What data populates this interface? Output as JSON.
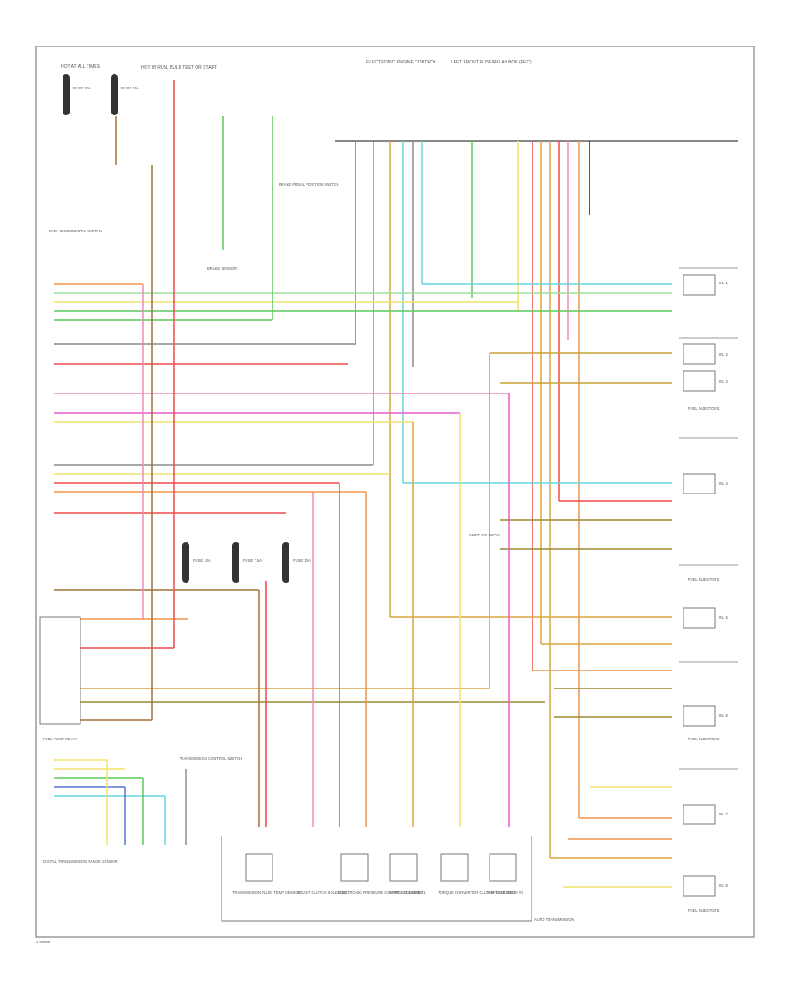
{
  "header": {
    "left_title": "HOT AT ALL TIMES",
    "center_title": "HOT IN RUN, BULB TEST OR START",
    "right_title_a": "ELECTRONIC ENGINE CONTROL",
    "right_title_b": "LEFT FRONT FUSE/RELAY BOX (EEC)"
  },
  "fuses_top": [
    {
      "label": "FUSE 20A"
    },
    {
      "label": "FUSE 15A"
    },
    {
      "label": "FUSE 10A"
    },
    {
      "label": "FUSE 7.5A"
    }
  ],
  "labels": {
    "fuel_pump_inertia": "FUEL PUMP INERTIA SWITCH",
    "brake_pedal_switch": "BRAKE PEDAL POSITION SWITCH",
    "brake_sensor": "BRAKE SENSOR",
    "fuel_pump_relay": "FUEL PUMP RELAY",
    "shift_solenoid": "SHIFT SOLENOID",
    "transmission_control": "TRANSMISSION CONTROL SWITCH",
    "digital_range": "DIGITAL TRANSMISSION RANGE SENSOR",
    "trans_temp": "TRANSMISSION FLUID TEMP SENSOR",
    "coast_clutch": "COAST CLUTCH SOLENOID",
    "electronic_pressure": "ELECTRONIC PRESSURE CONTROL SOLENOID",
    "ss1": "SHIFT SOLENOID #1",
    "tcc": "TORQUE CONVERTER CLUTCH SOLENOID",
    "ss2": "SHIFT SOLENOID #2",
    "auto_trans": "AUTO TRANSMISSION",
    "fuel_injectors_1": "FUEL INJECTORS",
    "fuel_injectors_2": "FUEL INJECTORS",
    "fuel_injectors_3": "FUEL INJECTORS",
    "fuel_injectors_4": "FUEL INJECTORS",
    "footer": "G 99988"
  },
  "connector_right": [
    {
      "label": "INJ 1"
    },
    {
      "label": "INJ 2"
    },
    {
      "label": "INJ 3"
    },
    {
      "label": "INJ 4"
    },
    {
      "label": "INJ 5"
    },
    {
      "label": "INJ 6"
    },
    {
      "label": "INJ 7"
    },
    {
      "label": "INJ 8"
    }
  ],
  "colors": {
    "red": "#ef4a4a",
    "pink": "#f08ab8",
    "magenta": "#e85ad0",
    "green": "#5cc85c",
    "ltgreen": "#9be09b",
    "cyan": "#66d6e0",
    "yellow": "#f2e36a",
    "tan": "#d4a15a",
    "orange": "#f0954a",
    "brown": "#a4723a",
    "dkyellow": "#c9a233",
    "olive": "#9c8a2e",
    "blue": "#5a74d4",
    "gray": "#8c8c8c",
    "black": "#222222"
  }
}
